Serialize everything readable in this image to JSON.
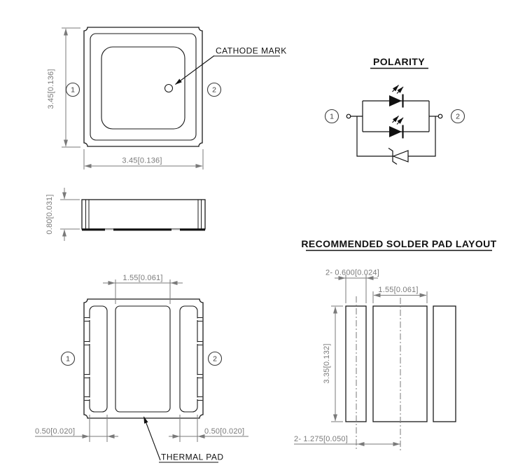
{
  "colors": {
    "background": "#ffffff",
    "outline": "#1a1a1a",
    "dimension": "#7a7a7a",
    "label": "#111111"
  },
  "top_view": {
    "width_dim": "3.45[0.136]",
    "height_dim": "3.45[0.136]",
    "cathode_label": "CATHODE MARK",
    "pin1": "1",
    "pin2": "2"
  },
  "side_view": {
    "height_dim": "0.80[0.031]"
  },
  "bottom_view": {
    "center_pad_width_dim": "1.55[0.061]",
    "left_pad_dim": "0.50[0.020]",
    "right_pad_dim": "0.50[0.020]",
    "thermal_pad_label": "THERMAL PAD",
    "pin1": "1",
    "pin2": "2"
  },
  "polarity": {
    "title": "POLARITY",
    "pin1": "1",
    "pin2": "2"
  },
  "solder_pad_layout": {
    "title": "RECOMMENDED SOLDER PAD LAYOUT",
    "pad_width_dim": "2- 0.600[0.024]",
    "center_pad_width_dim": "1.55[0.061]",
    "pad_height_dim": "3.35[0.132]",
    "pitch_dim": "2- 1.275[0.050]"
  }
}
